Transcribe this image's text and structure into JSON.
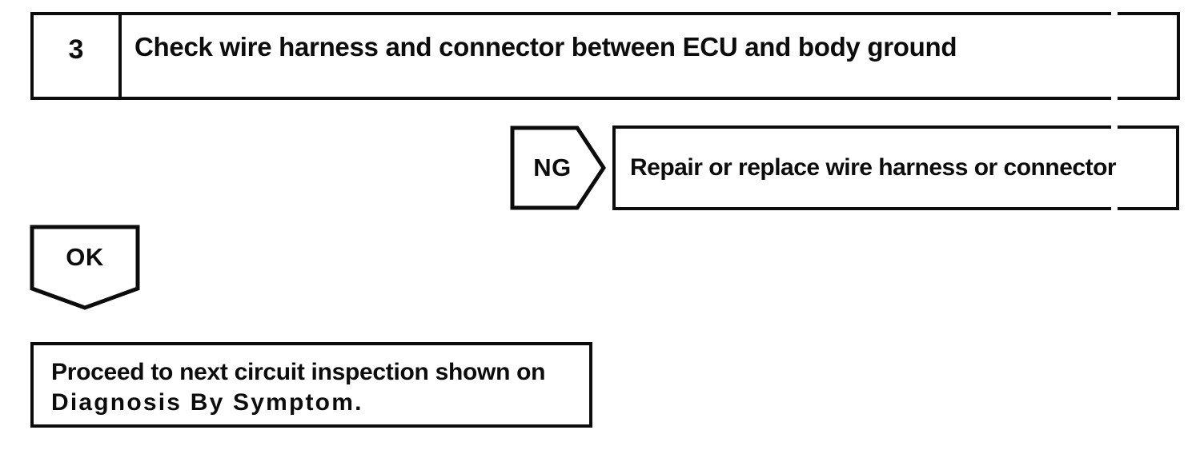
{
  "page": {
    "background_color": "#ffffff",
    "ink_color": "#0c0c0c",
    "kind": "diagnostic flowchart"
  },
  "flowchart": {
    "step": {
      "number": "3",
      "title": "Check wire harness and connector between ECU and body ground"
    },
    "ng_branch": {
      "label": "NG",
      "connector_shape": "pentagon-right",
      "action": "Repair or replace wire harness or connector"
    },
    "ok_branch": {
      "label": "OK",
      "connector_shape": "pentagon-down"
    },
    "result": {
      "line1": "Proceed to next circuit inspection shown on",
      "line2": "Diagnosis By Symptom."
    }
  }
}
